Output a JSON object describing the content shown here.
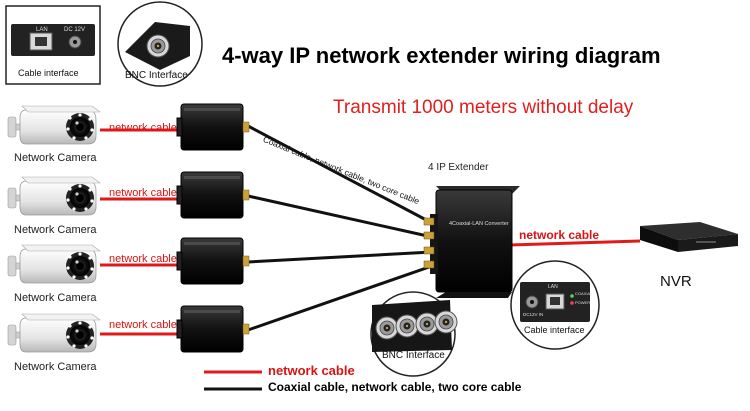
{
  "title": "4-way IP network extender wiring diagram",
  "subtitle": "Transmit 1000 meters without delay",
  "cameras": [
    {
      "label": "Network Camera",
      "cable_label": "network cable"
    },
    {
      "label": "Network Camera",
      "cable_label": "network cable"
    },
    {
      "label": "Network Camera",
      "cable_label": "network cable"
    },
    {
      "label": "Network Camera",
      "cable_label": "network cable"
    }
  ],
  "coax_label": "Coaxial cable, network cable, two core cable",
  "extender": {
    "title": "4 IP Extender",
    "face_text": "4Coaxial-LAN Converter"
  },
  "output_cable_label": "network cable",
  "nvr_label": "NVR",
  "insets": {
    "top_left_cable_interface": "Cable interface",
    "top_left_bnc_interface": "BNC Interface",
    "bottom_bnc_interface": "BNC Interface",
    "bottom_cable_interface": "Cable interface",
    "lan_port": "LAN",
    "dc_port": "DC 12V",
    "bottom_lan": "LAN",
    "bottom_dc": "DC12V IN",
    "coaxial_text": "COAXIAL",
    "power_text": "POWER"
  },
  "legend": {
    "red": "network cable",
    "black": "Coaxial cable, network cable, two core cable"
  },
  "colors": {
    "network_cable": "#e01a1a",
    "coax_cable": "#111111",
    "subtitle": "#e0201f"
  }
}
